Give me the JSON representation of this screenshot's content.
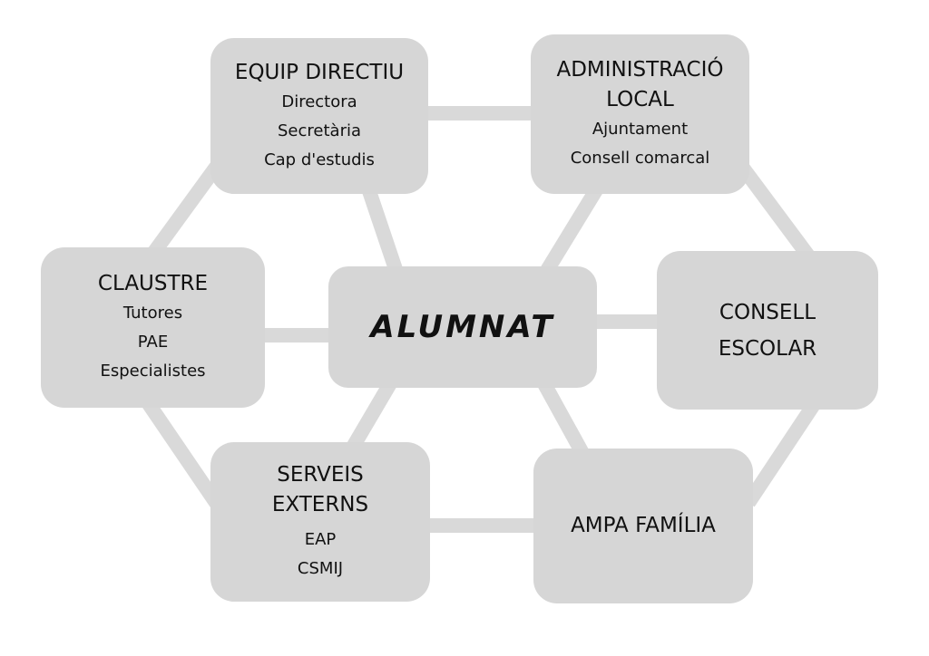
{
  "center": {
    "title": "ALUMNAT"
  },
  "nodes": {
    "equip": {
      "title": "EQUIP DIRECTIU",
      "items": [
        "Directora",
        "Secretària",
        "Cap d'estudis"
      ]
    },
    "admin": {
      "title": [
        "ADMINISTRACIÓ",
        "LOCAL"
      ],
      "items": [
        "Ajuntament",
        "Consell comarcal"
      ]
    },
    "claustre": {
      "title": "CLAUSTRE",
      "items": [
        "Tutores",
        "PAE",
        "Especialistes"
      ]
    },
    "consell": {
      "title": [
        "CONSELL",
        "ESCOLAR"
      ]
    },
    "serveis": {
      "title": [
        "SERVEIS",
        "EXTERNS"
      ],
      "items": [
        "EAP",
        "CSMIJ"
      ]
    },
    "ampa": {
      "title": "AMPA FAMÍLIA"
    }
  },
  "colors": {
    "box": "#d6d6d6",
    "line": "#d9d9d9",
    "text": "#111111"
  }
}
